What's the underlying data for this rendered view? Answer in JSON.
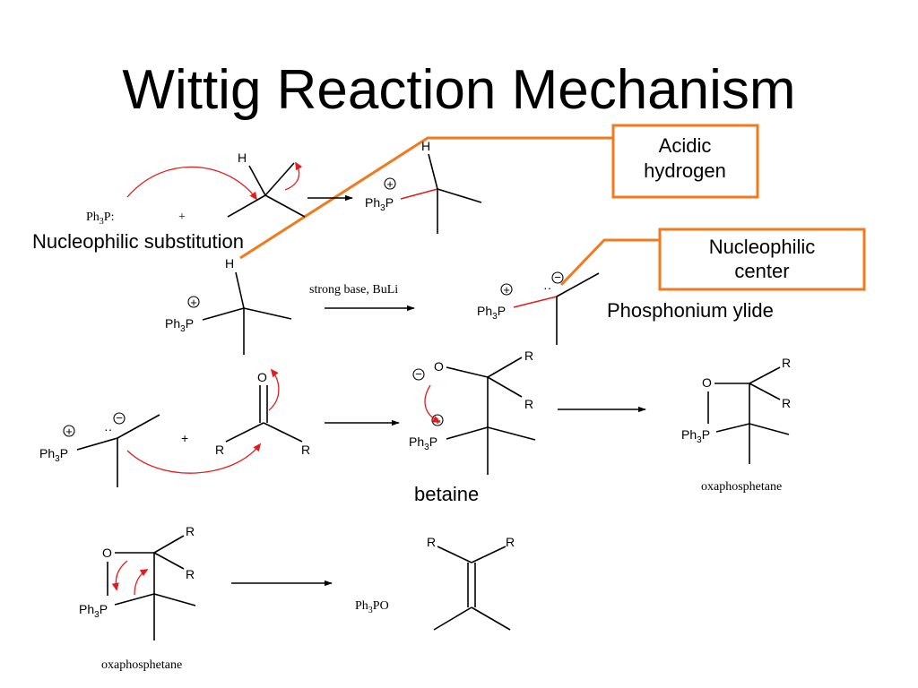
{
  "slide": {
    "title": "Wittig Reaction Mechanism"
  },
  "callouts": {
    "acidic_line1": "Acidic",
    "acidic_line2": "hydrogen",
    "nucleophilic_line1": "Nucleophilic",
    "nucleophilic_line2": "center"
  },
  "labels": {
    "nucleophilic_substitution": "Nucleophilic substitution",
    "strong_base": "strong base, BuLi",
    "phosphonium_ylide": "Phosphonium ylide",
    "betaine": "betaine",
    "oxaphosphetane": "oxaphosphetane",
    "ph3po": "Ph3PO"
  },
  "atoms": {
    "H": "H",
    "O": "O",
    "R": "R",
    "Ph3": "Ph",
    "three": "3",
    "P": "P",
    "P_colon": "P:",
    "plus": "+",
    "lone_pair": "··",
    "po_suffix": "PO",
    "plus_charge": "+",
    "minus_charge": "−"
  },
  "colors": {
    "callout": "#f07a1e",
    "curved_arrow": "#e41a1c",
    "text": "#000000",
    "background": "#ffffff"
  }
}
